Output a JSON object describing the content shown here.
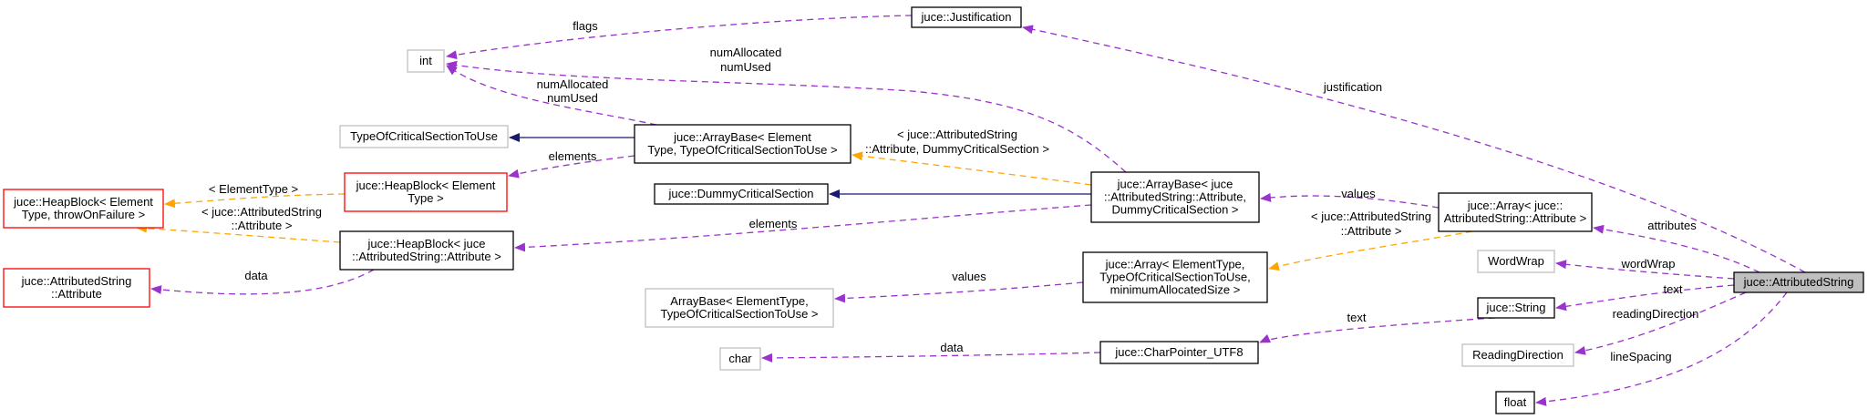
{
  "nodes": [
    {
      "id": "justification",
      "lines": [
        "juce::Justification"
      ],
      "style": "solid"
    },
    {
      "id": "int",
      "lines": [
        "int"
      ],
      "style": "gray"
    },
    {
      "id": "tocs",
      "lines": [
        "TypeOfCriticalSectionToUse"
      ],
      "style": "gray"
    },
    {
      "id": "arraybase_et",
      "lines": [
        "juce::ArrayBase< Element",
        "Type, TypeOfCriticalSectionToUse >"
      ],
      "style": "solid"
    },
    {
      "id": "heapblock_et_red",
      "lines": [
        "juce::HeapBlock< Element",
        "Type >"
      ],
      "style": "red"
    },
    {
      "id": "heapblock_throw",
      "lines": [
        "juce::HeapBlock< Element",
        "Type, throwOnFailure >"
      ],
      "style": "red"
    },
    {
      "id": "dummy_cs",
      "lines": [
        "juce::DummyCriticalSection"
      ],
      "style": "solid"
    },
    {
      "id": "arraybase_attr",
      "lines": [
        "juce::ArrayBase< juce",
        "::AttributedString::Attribute,",
        "DummyCriticalSection >"
      ],
      "style": "solid"
    },
    {
      "id": "array_attr",
      "lines": [
        "juce::Array< juce::",
        "AttributedString::Attribute >"
      ],
      "style": "solid"
    },
    {
      "id": "heapblock_attr",
      "lines": [
        "juce::HeapBlock< juce",
        "::AttributedString::Attribute >"
      ],
      "style": "solid"
    },
    {
      "id": "attr_red",
      "lines": [
        "juce::AttributedString",
        "::Attribute"
      ],
      "style": "red"
    },
    {
      "id": "array_et",
      "lines": [
        "juce::Array< ElementType,",
        "TypeOfCriticalSectionToUse,",
        "minimumAllocatedSize >"
      ],
      "style": "solid"
    },
    {
      "id": "arraybase_gray",
      "lines": [
        "ArrayBase< ElementType,",
        "TypeOfCriticalSectionToUse >"
      ],
      "style": "gray"
    },
    {
      "id": "wordwrap",
      "lines": [
        "WordWrap"
      ],
      "style": "gray"
    },
    {
      "id": "string",
      "lines": [
        "juce::String"
      ],
      "style": "solid"
    },
    {
      "id": "char",
      "lines": [
        "char"
      ],
      "style": "gray"
    },
    {
      "id": "charptr",
      "lines": [
        "juce::CharPointer_UTF8"
      ],
      "style": "solid"
    },
    {
      "id": "readingdir",
      "lines": [
        "ReadingDirection"
      ],
      "style": "gray"
    },
    {
      "id": "float",
      "lines": [
        "float"
      ],
      "style": "solid"
    },
    {
      "id": "attributedstring",
      "lines": [
        "juce::AttributedString"
      ],
      "style": "hl"
    }
  ],
  "edges": [
    {
      "id": "e-flags",
      "from": "justification",
      "to": "int",
      "kind": "member",
      "label": [
        "flags"
      ]
    },
    {
      "id": "e-numalloc-top",
      "from": "arraybase_attr",
      "to": "int",
      "kind": "member",
      "label": [
        "numAllocated",
        "numUsed"
      ]
    },
    {
      "id": "e-numalloc-mid",
      "from": "arraybase_et",
      "to": "int",
      "kind": "member",
      "label": [
        "numAllocated",
        "numUsed"
      ]
    },
    {
      "id": "e-tocs",
      "from": "arraybase_et",
      "to": "tocs",
      "kind": "inherit",
      "label": []
    },
    {
      "id": "e-elements-1",
      "from": "arraybase_et",
      "to": "heapblock_et_red",
      "kind": "member",
      "label": [
        "elements"
      ]
    },
    {
      "id": "e-tmpl-arraybase",
      "from": "arraybase_attr",
      "to": "arraybase_et",
      "kind": "tmpl",
      "label": [
        "< juce::AttributedString",
        "::Attribute, DummyCriticalSection >"
      ]
    },
    {
      "id": "e-tmpl-heap-et",
      "from": "heapblock_et_red",
      "to": "heapblock_throw",
      "kind": "tmpl",
      "label": [
        "< ElementType >"
      ]
    },
    {
      "id": "e-tmpl-heap-attr",
      "from": "heapblock_attr",
      "to": "heapblock_throw",
      "kind": "tmpl",
      "label": [
        "< juce::AttributedString",
        "::Attribute >"
      ]
    },
    {
      "id": "e-dummy",
      "from": "arraybase_attr",
      "to": "dummy_cs",
      "kind": "inherit",
      "label": []
    },
    {
      "id": "e-elements-2",
      "from": "arraybase_attr",
      "to": "heapblock_attr",
      "kind": "member",
      "label": [
        "elements"
      ]
    },
    {
      "id": "e-data-attr",
      "from": "heapblock_attr",
      "to": "attr_red",
      "kind": "member",
      "label": [
        "data"
      ]
    },
    {
      "id": "e-values-1",
      "from": "array_attr",
      "to": "arraybase_attr",
      "kind": "member",
      "label": [
        "values"
      ]
    },
    {
      "id": "e-tmpl-array",
      "from": "array_attr",
      "to": "array_et",
      "kind": "tmpl",
      "label": [
        "< juce::AttributedString",
        "::Attribute >"
      ]
    },
    {
      "id": "e-values-2",
      "from": "array_et",
      "to": "arraybase_gray",
      "kind": "member",
      "label": [
        "values"
      ]
    },
    {
      "id": "e-justification",
      "from": "attributedstring",
      "to": "justification",
      "kind": "member",
      "label": [
        "justification"
      ]
    },
    {
      "id": "e-attributes",
      "from": "attributedstring",
      "to": "array_attr",
      "kind": "member",
      "label": [
        "attributes"
      ]
    },
    {
      "id": "e-wordwrap",
      "from": "attributedstring",
      "to": "wordwrap",
      "kind": "member",
      "label": [
        "wordWrap"
      ]
    },
    {
      "id": "e-text-1",
      "from": "attributedstring",
      "to": "string",
      "kind": "member",
      "label": [
        "text"
      ]
    },
    {
      "id": "e-readingdir",
      "from": "attributedstring",
      "to": "readingdir",
      "kind": "member",
      "label": [
        "readingDirection"
      ]
    },
    {
      "id": "e-linespacing",
      "from": "attributedstring",
      "to": "float",
      "kind": "member",
      "label": [
        "lineSpacing"
      ]
    },
    {
      "id": "e-text-2",
      "from": "string",
      "to": "charptr",
      "kind": "member",
      "label": [
        "text"
      ]
    },
    {
      "id": "e-data-char",
      "from": "charptr",
      "to": "char",
      "kind": "member",
      "label": [
        "data"
      ]
    }
  ],
  "colors": {
    "member_edge": "#9a32cd",
    "template_edge": "#ffa500",
    "inherit_edge": "#191970",
    "node_border": "#000000",
    "undocumented_border": "#bfbfbf",
    "truncated_border": "#ff0000",
    "highlight_fill": "#bfbfbf"
  }
}
